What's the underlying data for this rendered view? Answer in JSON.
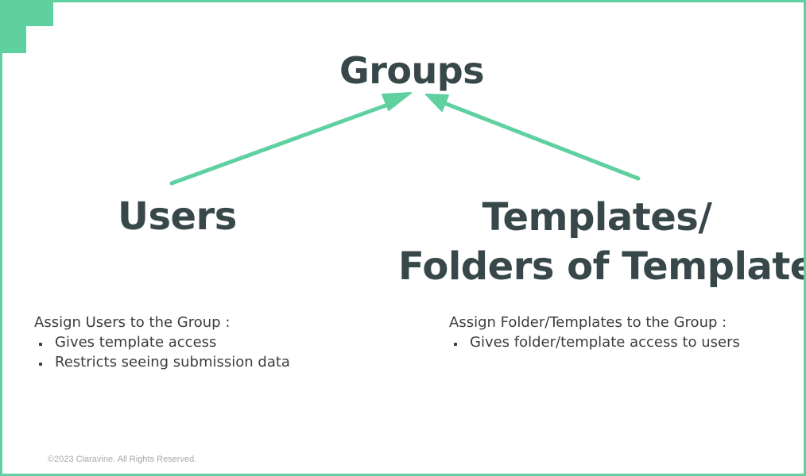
{
  "slide": {
    "accent_color": "#5fd0a0",
    "heading_color": "#37474a",
    "text_color": "#3c3c3c"
  },
  "nodes": {
    "groups": "Groups",
    "users": "Users",
    "templates_line1": "Templates/",
    "templates_line2": "Folders of Templates"
  },
  "users_panel": {
    "intro": "Assign Users to the Group :",
    "bullets": [
      "Gives template access",
      "Restricts seeing submission data"
    ]
  },
  "templates_panel": {
    "intro": "Assign Folder/Templates to the Group :",
    "bullets": [
      "Gives folder/template access to users"
    ]
  },
  "footer": {
    "copyright": "©2023 Claravine. All Rights Reserved."
  }
}
